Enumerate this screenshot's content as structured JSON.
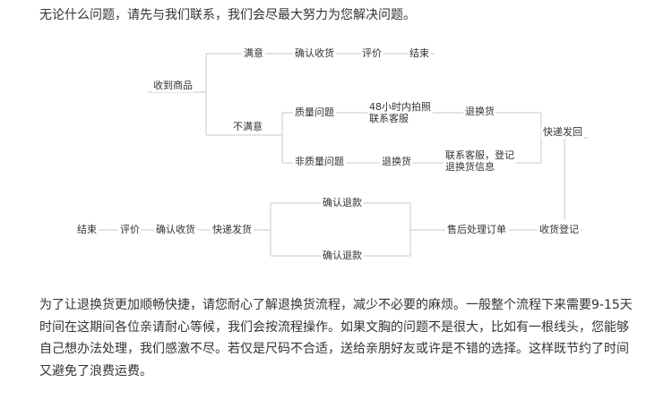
{
  "intro": "无论什么问题，请先与我们联系，我们会尽最大努力为您解决问题。",
  "flow": {
    "received": "收到商品",
    "satisfied": "满意",
    "confirm_receipt_top": "确认收货",
    "review_top": "评价",
    "end_top": "结束",
    "unsatisfied": "不满意",
    "quality_issue": "质量问题",
    "contact_48h_line1": "48小时内拍照",
    "contact_48h_line2": "联系客服",
    "return_exchange_a": "退换货",
    "non_quality_issue": "非质量问题",
    "return_exchange_b": "退换货",
    "contact_register_line1": "联系客服，登记",
    "contact_register_line2": "退换货信息",
    "ship_back": "快递发回",
    "receipt_register": "收货登记",
    "after_sales": "售后处理订单",
    "confirm_refund_top": "确认退款",
    "confirm_refund_bottom": "确认退款",
    "ship_out": "快递发货",
    "confirm_receipt_bottom": "确认收货",
    "review_bottom": "评价",
    "end_bottom": "结束"
  },
  "outro": {
    "line1": "为了让退换货更加顺畅快捷，请您耐心了解退换货流程，减少不必要的麻烦。一般整个流程下来需要9-15天",
    "line2": "时间在这期间各位亲请耐心等候，我们会按流程操作。如果文胸的问题不是很大，比如有一根线头，您能够",
    "line3": "自己想办法处理，我们感激不尽。若仅是尺码不合适，送给亲朋好友或许是不错的选择。这样既节约了时间",
    "line4": "又避免了浪费运费。"
  }
}
